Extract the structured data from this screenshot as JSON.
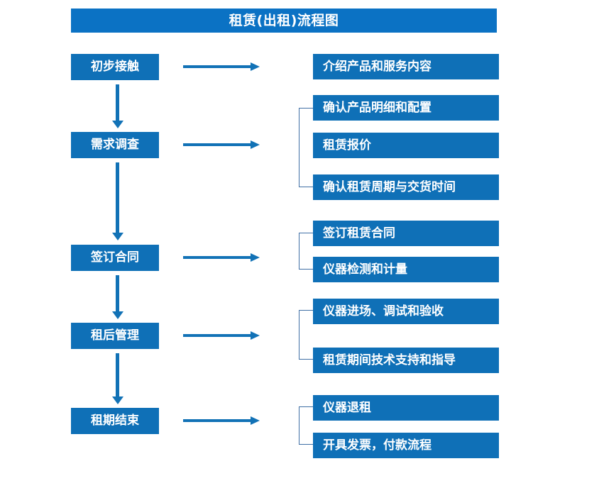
{
  "title": "租赁(出租)流程图",
  "colors": {
    "banner": "#0b72c4",
    "box": "#0f70b7",
    "arrow": "#1272b6",
    "bracket": "#3f6fa5",
    "text": "#ffffff",
    "background": "#ffffff"
  },
  "stages": [
    {
      "label": "初步接触"
    },
    {
      "label": "需求调查"
    },
    {
      "label": "签订合同"
    },
    {
      "label": "租后管理"
    },
    {
      "label": "租期结束"
    }
  ],
  "details": {
    "group1": [
      {
        "label": "介绍产品和服务内容"
      }
    ],
    "group2": [
      {
        "label": "确认产品明细和配置"
      },
      {
        "label": "租赁报价"
      },
      {
        "label": "确认租赁周期与交货时间"
      }
    ],
    "group3": [
      {
        "label": "签订租赁合同"
      },
      {
        "label": "仪器检测和计量"
      }
    ],
    "group4": [
      {
        "label": "仪器进场、调试和验收"
      },
      {
        "label": "租赁期间技术支持和指导"
      }
    ],
    "group5": [
      {
        "label": "仪器退租"
      },
      {
        "label": "开具发票，付款流程"
      }
    ]
  }
}
